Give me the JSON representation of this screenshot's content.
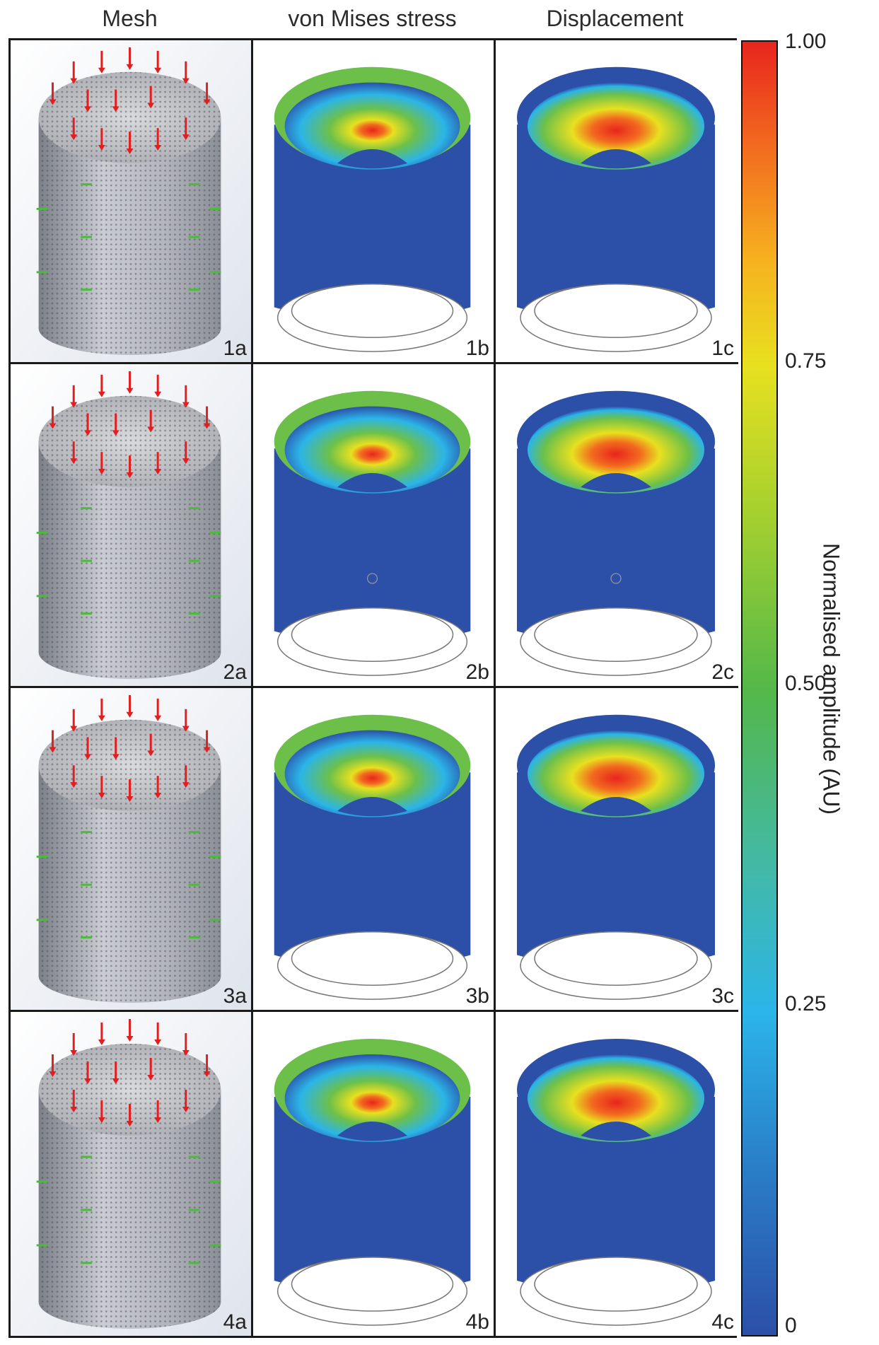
{
  "column_headers": [
    "Mesh",
    "von Mises stress",
    "Displacement"
  ],
  "panels": [
    {
      "label": "1a"
    },
    {
      "label": "1b"
    },
    {
      "label": "1c"
    },
    {
      "label": "2a"
    },
    {
      "label": "2b"
    },
    {
      "label": "2c"
    },
    {
      "label": "3a"
    },
    {
      "label": "3b"
    },
    {
      "label": "3c"
    },
    {
      "label": "4a"
    },
    {
      "label": "4b"
    },
    {
      "label": "4c"
    }
  ],
  "colorbar": {
    "ticks": [
      "1.00",
      "0.75",
      "0.50",
      "0.25",
      "0"
    ],
    "label": "Normalised amplitude (AU)",
    "colors": [
      "#e8251e",
      "#f6b21f",
      "#e8e01f",
      "#54b848",
      "#2bb5e8",
      "#2c4fa8"
    ]
  },
  "colors": {
    "mesh_grey": "#b9bcc4",
    "load_arrow": "#e02020",
    "fixture_marker": "#4cbb3c",
    "base_blue": "#2c4fa8"
  }
}
